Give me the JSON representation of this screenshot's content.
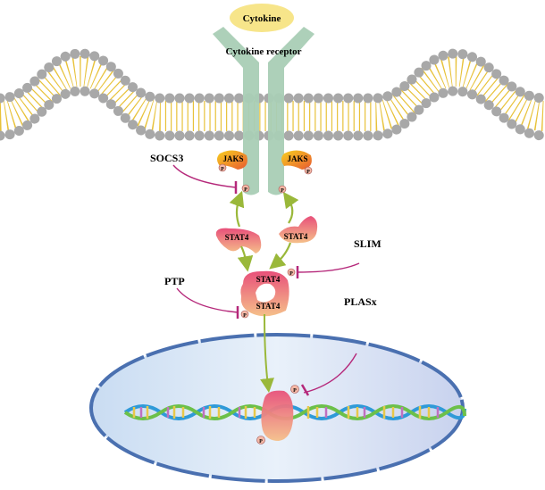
{
  "labels": {
    "cytokine": "Cytokine",
    "receptor": "Cytokine receptor",
    "jaks_left": "JAKS",
    "jaks_right": "JAKS",
    "socs3": "SOCS3",
    "slim": "SLIM",
    "ptp": "PTP",
    "plasx": "PLASx",
    "stat4_left": "STAT4",
    "stat4_right": "STAT4",
    "dimer_top": "STAT4",
    "dimer_bottom": "STAT4",
    "phospho": "P"
  },
  "colors": {
    "cytokine": "#f7e58a",
    "receptor": "#a9cdb5",
    "lipid_head": "#a8a8a8",
    "lipid_tail": "#e8c23a",
    "stat4": "#e8607a",
    "activation_arrow": "#9ab83a",
    "inhibition": "#b5287a",
    "nucleus": "#dce8f6",
    "nucleus_border": "#4a70b0"
  }
}
